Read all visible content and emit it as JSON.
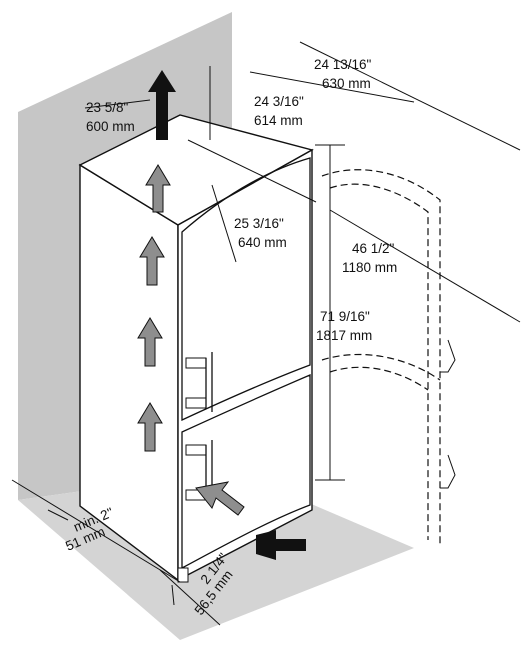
{
  "dimensions": {
    "wall_gap": {
      "imperial": "23 5/8\"",
      "metric": "600 mm"
    },
    "outer_depth": {
      "imperial": "24 13/16\"",
      "metric": "630 mm"
    },
    "body_depth": {
      "imperial": "24 3/16\"",
      "metric": "614 mm"
    },
    "width": {
      "imperial": "25 3/16\"",
      "metric": "640 mm"
    },
    "door_open_depth": {
      "imperial": "46 1/2\"",
      "metric": "1180 mm"
    },
    "height": {
      "imperial": "71 9/16\"",
      "metric": "1817 mm"
    },
    "side_clearance": {
      "imperial": "min. 2\"",
      "metric": "51 mm"
    },
    "door_clearance": {
      "imperial": "2 1/4\"",
      "metric": "56,5 mm"
    }
  },
  "colors": {
    "wall": "#c6c6c6",
    "floor": "#d4d4d4",
    "fridge_body": "#ffffff",
    "airflow_arrow": "#8e8e8e",
    "outline": "#111111"
  },
  "icons": {
    "airflow_up": "up-arrow-icon",
    "airflow_in": "diagonal-arrow-icon",
    "exhaust": "up-arrow-icon",
    "intake": "right-arrow-icon"
  }
}
